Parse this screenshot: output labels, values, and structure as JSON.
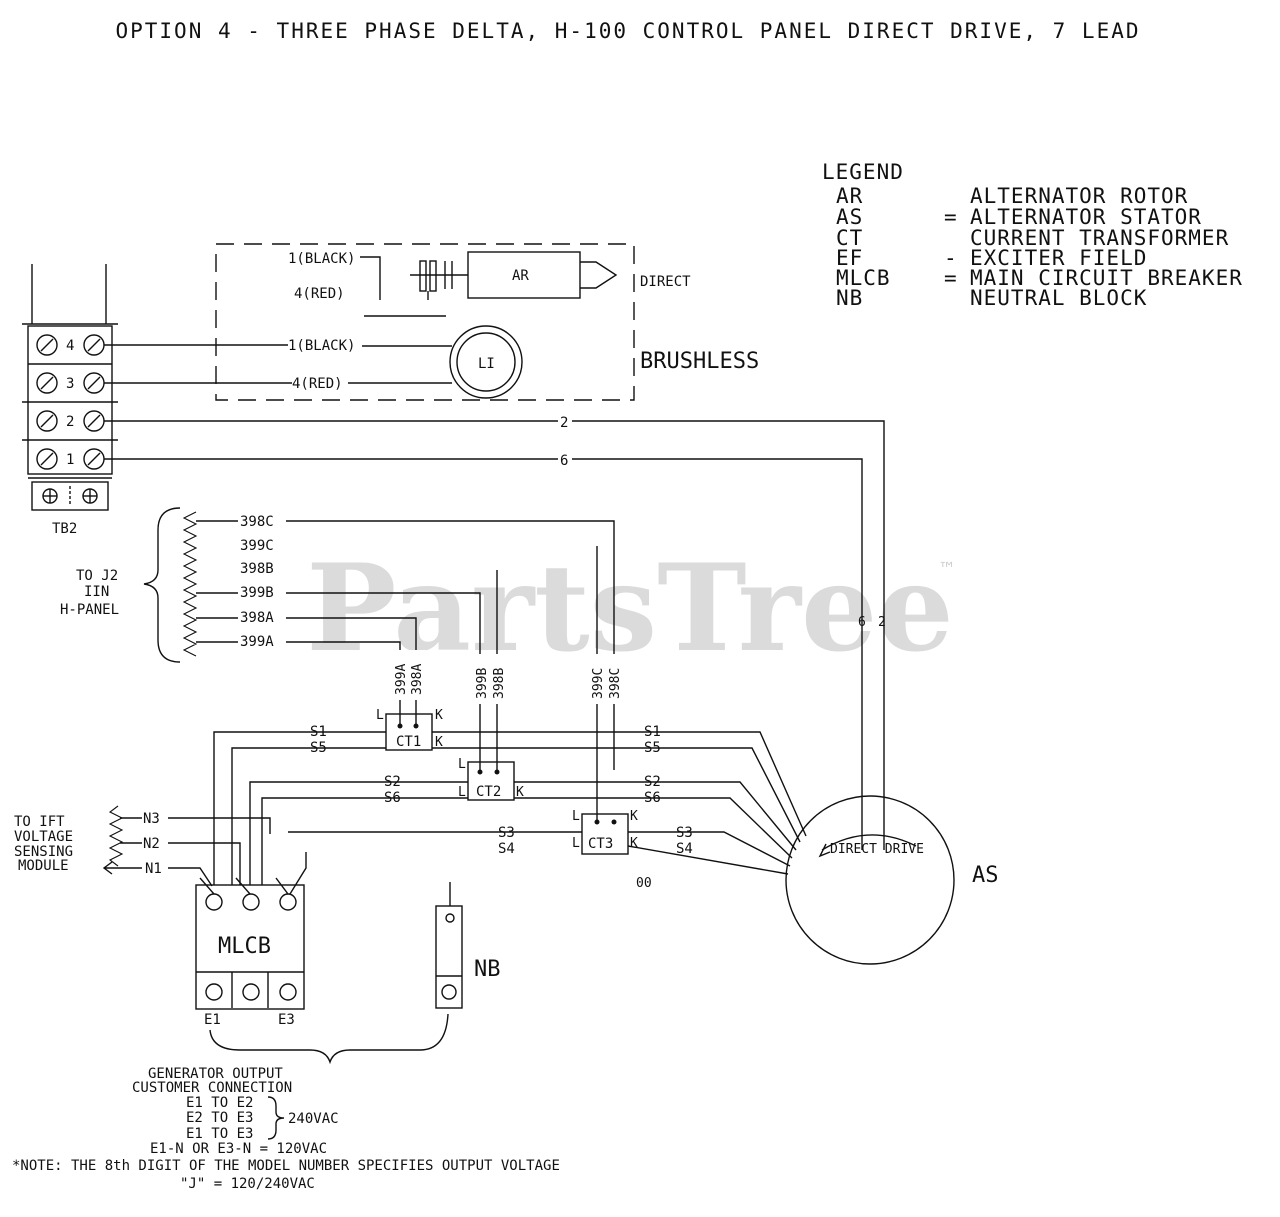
{
  "title": "OPTION 4 - THREE PHASE DELTA, H-100 CONTROL PANEL DIRECT DRIVE, 7 LEAD",
  "watermark": "PartsTree",
  "watermark_tm": "™",
  "legend": {
    "heading": "LEGEND",
    "items": [
      {
        "code": "AR",
        "sep": "",
        "desc": "ALTERNATOR ROTOR"
      },
      {
        "code": "AS",
        "sep": "=",
        "desc": "ALTERNATOR STATOR"
      },
      {
        "code": "CT",
        "sep": "",
        "desc": "CURRENT TRANSFORMER"
      },
      {
        "code": "EF",
        "sep": "-",
        "desc": "EXCITER FIELD"
      },
      {
        "code": "MLCB",
        "sep": "=",
        "desc": "MAIN CIRCUIT BREAKER"
      },
      {
        "code": "NB",
        "sep": "",
        "desc": "NEUTRAL BLOCK"
      }
    ]
  },
  "exciter_box": {
    "direct_black": "1(BLACK)",
    "direct_red": "4(RED)",
    "ar": "AR",
    "direct": "DIRECT",
    "brushless_black": "1(BLACK)",
    "brushless_red": "4(RED)",
    "ef": "LI",
    "brushless": "BRUSHLESS"
  },
  "tb2": {
    "label": "TB2",
    "terminals": [
      "4",
      "3",
      "2",
      "1"
    ]
  },
  "wires": {
    "w2": "2",
    "w6": "6",
    "w6b": "6",
    "w2b": "2"
  },
  "j2": {
    "label_lines": [
      "TO J2",
      "IIN",
      "H-PANEL"
    ],
    "leads": [
      "398C",
      "399C",
      "398B",
      "399B",
      "398A",
      "399A"
    ],
    "ct1_leads": [
      "399A",
      "398A"
    ],
    "ct2_leads": [
      "399B",
      "398B"
    ],
    "ct3_leads": [
      "399C",
      "398C"
    ]
  },
  "ct": {
    "ct1": "CT1",
    "ct2": "CT2",
    "ct3": "CT3",
    "l": "L",
    "k": "K",
    "ct3_below": "00"
  },
  "stator_leads": {
    "s1": "S1",
    "s5": "S5",
    "s2": "S2",
    "s6": "S6",
    "s3": "S3",
    "s4": "S4"
  },
  "voltage_sensing": {
    "label_lines": [
      "TO IFT",
      "VOLTAGE",
      "SENSING",
      "MODULE"
    ],
    "n3": "N3",
    "n2": "N2",
    "n1": "N1"
  },
  "mlcb": {
    "label": "MLCB",
    "e1": "E1",
    "e3": "E3"
  },
  "nb": {
    "label": "NB"
  },
  "stator": {
    "label": "AS",
    "inner": "DIRECT DRIVE"
  },
  "notes": {
    "lines": [
      "GENERATOR OUTPUT",
      "CUSTOMER CONNECTION",
      "E1 TO E2",
      "E2 TO E3",
      "E1 TO E3",
      "E1-N OR E3-N = 120VAC"
    ],
    "v240": "240VAC",
    "model_note": "*NOTE: THE 8th DIGIT OF THE MODEL NUMBER SPECIFIES OUTPUT VOLTAGE",
    "model_code": "\"J\" = 120/240VAC"
  }
}
